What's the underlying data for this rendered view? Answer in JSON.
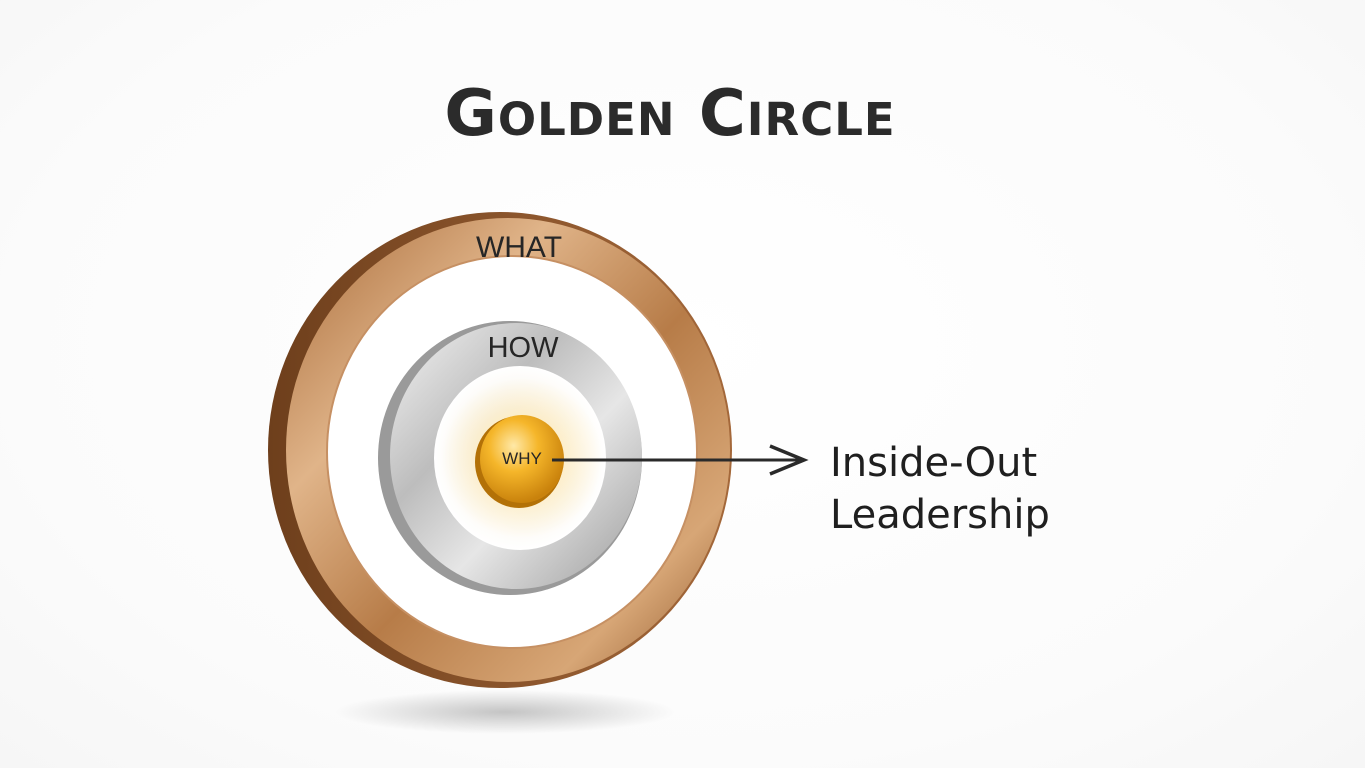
{
  "title": "Golden Circle",
  "rings": {
    "outer_label": "WHAT",
    "middle_label": "HOW",
    "core_label": "WHY"
  },
  "annotation": {
    "line1": "Inside-Out",
    "line2": "Leadership"
  },
  "colors": {
    "outer_ring": "#b9804c",
    "middle_ring": "#c8c8c8",
    "core": "#f2b01e",
    "title_text": "#2b2b2b",
    "arrow": "#2a2a2a"
  }
}
